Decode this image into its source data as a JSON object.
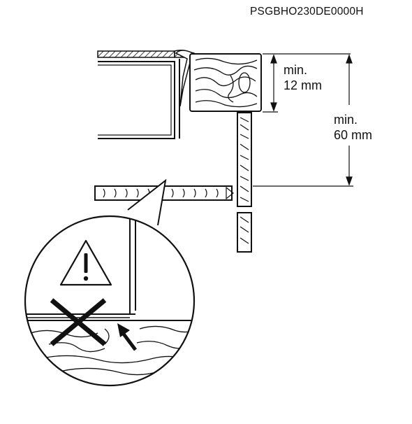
{
  "document": {
    "code": "PSGBHO230DE0000H"
  },
  "dimensions": {
    "min_small": {
      "line1": "min.",
      "line2": "12 mm"
    },
    "min_large": {
      "line1": "min.",
      "line2": "60 mm"
    }
  },
  "icons": {
    "warning": "warning-triangle-icon",
    "prohibited": "cross-prohibited-icon",
    "pointer": "arrow-pointer-icon"
  },
  "colors": {
    "ink": "#111111",
    "background": "#ffffff"
  }
}
